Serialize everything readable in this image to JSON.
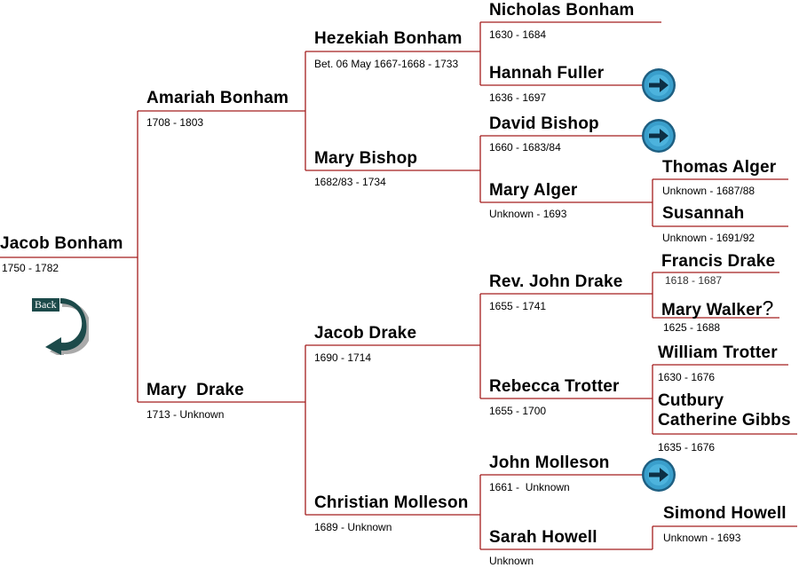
{
  "people": {
    "jacob_bonham": {
      "name": "Jacob Bonham",
      "dates": "1750 - 1782"
    },
    "amariah_bonham": {
      "name": "Amariah Bonham",
      "dates": "1708 - 1803"
    },
    "mary_drake": {
      "name": "Mary  Drake",
      "dates": "1713 - Unknown"
    },
    "hezekiah_bonham": {
      "name": "Hezekiah Bonham",
      "dates": "Bet. 06 May 1667-1668 - 1733"
    },
    "mary_bishop": {
      "name": "Mary Bishop",
      "dates": "1682/83 - 1734"
    },
    "jacob_drake": {
      "name": "Jacob Drake",
      "dates": "1690 - 1714"
    },
    "christian_molleson": {
      "name": "Christian Molleson",
      "dates": "1689 - Unknown"
    },
    "nicholas_bonham": {
      "name": "Nicholas Bonham",
      "dates": "1630 - 1684"
    },
    "hannah_fuller": {
      "name": "Hannah Fuller",
      "dates": "1636 - 1697"
    },
    "david_bishop": {
      "name": "David Bishop",
      "dates": "1660 - 1683/84"
    },
    "mary_alger": {
      "name": "Mary Alger",
      "dates": "Unknown - 1693"
    },
    "rev_john_drake": {
      "name": "Rev. John Drake",
      "dates": "1655 - 1741"
    },
    "rebecca_trotter": {
      "name": "Rebecca Trotter",
      "dates": "1655 - 1700"
    },
    "john_molleson": {
      "name": "John Molleson",
      "dates": "1661 -  Unknown"
    },
    "sarah_howell": {
      "name": "Sarah Howell",
      "dates": "Unknown"
    },
    "thomas_alger": {
      "name": "Thomas Alger",
      "dates": "Unknown - 1687/88"
    },
    "susannah": {
      "name": "Susannah",
      "dates": "Unknown - 1691/92"
    },
    "francis_drake": {
      "name": "Francis Drake",
      "dates": "1618 - 1687"
    },
    "mary_walker": {
      "name": "Mary Walker",
      "mark": "?",
      "dates": "1625 - 1688"
    },
    "william_trotter": {
      "name": "William Trotter",
      "dates": "1630 - 1676"
    },
    "cutbury_gibbs": {
      "name_line1": "Cutbury",
      "name_line2": "Catherine Gibbs",
      "dates": "1635 - 1676"
    },
    "simond_howell": {
      "name": "Simond Howell",
      "dates": "Unknown - 1693"
    }
  },
  "back_button": {
    "label": "Back"
  },
  "colors": {
    "line": "#a31d1d",
    "arrow_fill": "#3a9fcc",
    "back_fill": "#1c4a4a"
  }
}
